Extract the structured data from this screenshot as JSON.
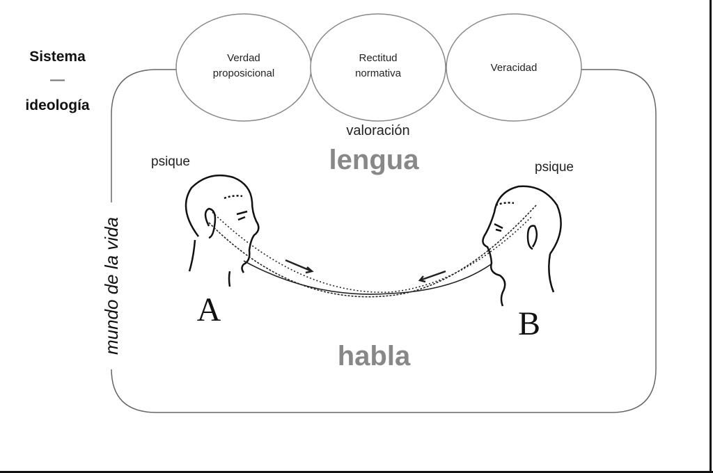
{
  "side_label": {
    "line1": "Sistema",
    "dash": "—",
    "line2": "ideología"
  },
  "circles": [
    {
      "line1": "Verdad",
      "line2": "proposicional"
    },
    {
      "line1": "Rectitud",
      "line2": "normativa"
    },
    {
      "line1": "Veracidad"
    }
  ],
  "valoracion": "valoración",
  "lengua": "lengua",
  "habla": "habla",
  "psique_left": "psique",
  "psique_right": "psique",
  "speaker_a": "A",
  "speaker_b": "B",
  "mundo": "mundo de la vida"
}
